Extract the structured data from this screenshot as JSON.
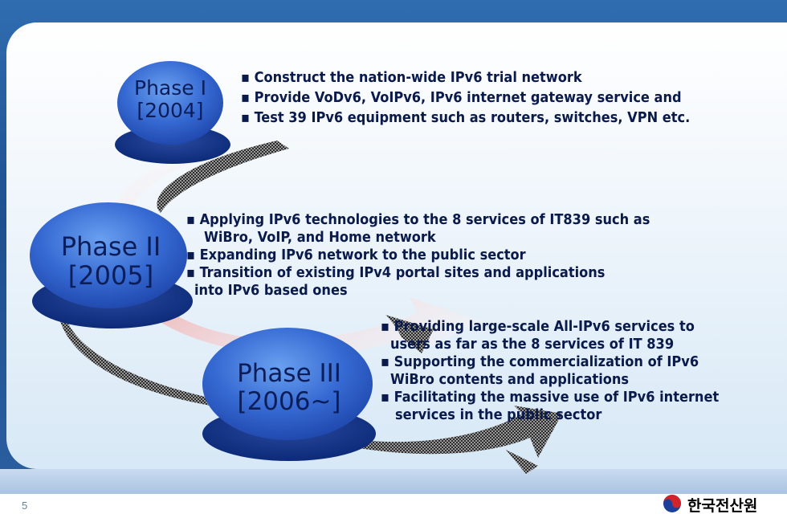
{
  "slide": {
    "page_number": "5",
    "logo_text": "한국전산원"
  },
  "phases": [
    {
      "title": "Phase I",
      "period": "[2004]",
      "bullets": [
        [
          "▪ Construct the nation-wide IPv6 trial network"
        ],
        [
          "▪ Provide VoDv6, VoIPv6, IPv6 internet gateway service and"
        ],
        [
          "▪ Test 39 IPv6 equipment such as routers, switches, VPN etc."
        ]
      ]
    },
    {
      "title": "Phase II",
      "period": "[2005]",
      "bullets": [
        [
          "▪ Applying IPv6 technologies to the 8 services of IT839 such as",
          "WiBro, VoIP, and Home network"
        ],
        [
          "▪ Expanding IPv6 network to the public sector"
        ],
        [
          "▪ Transition of existing IPv4 portal sites and applications",
          "into IPv6 based ones"
        ]
      ]
    },
    {
      "title": "Phase III",
      "period": "[2006~]",
      "bullets": [
        [
          "▪ Providing large-scale All-IPv6 services to",
          "users as far as the 8 services of IT 839"
        ],
        [
          "▪ Supporting the commercialization of IPv6",
          "WiBro contents and applications"
        ],
        [
          "▪ Facilitating the massive use of IPv6 internet",
          "services in the public sector"
        ]
      ]
    }
  ],
  "colors": {
    "frame": "#1f4f8f",
    "ellipse": "#2f63c8",
    "ellipse_shadow": "#0f2f82",
    "arrow_red": "#f4c6c6",
    "arrow_dark": "#3a3a3a",
    "text": "#0a1a4a"
  }
}
